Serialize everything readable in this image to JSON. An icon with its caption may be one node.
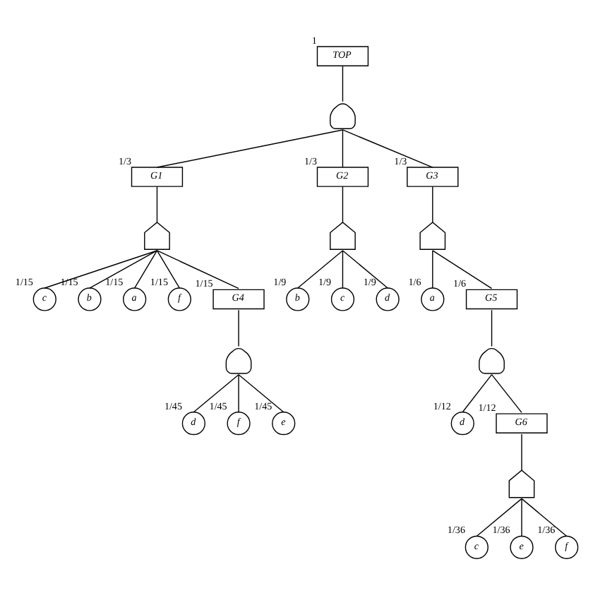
{
  "diagram": {
    "nodes": [
      {
        "text": [
          "TOP"
        ],
        "beside": [
          "1"
        ]
      },
      {
        "text": [],
        "shape": "and-gate"
      },
      {
        "text": [
          "G1"
        ],
        "beside": [
          "1/3"
        ]
      },
      {
        "text": [
          "G2"
        ],
        "beside": [
          "1/3"
        ]
      },
      {
        "text": [
          "G3"
        ],
        "beside": [
          "1/3"
        ]
      },
      {
        "text": [],
        "shape": "or-gate"
      },
      {
        "text": [],
        "shape": "or-gate"
      },
      {
        "text": [],
        "shape": "or-gate"
      },
      {
        "text": [
          "c"
        ],
        "beside": [
          "1/15"
        ]
      },
      {
        "text": [
          "b"
        ],
        "beside": [
          "1/15"
        ]
      },
      {
        "text": [
          "a"
        ],
        "beside": [
          "1/15"
        ]
      },
      {
        "text": [
          "f"
        ],
        "beside": [
          "1/15"
        ]
      },
      {
        "text": [
          "G4"
        ],
        "beside": [
          "1/15"
        ]
      },
      {
        "text": [
          "b"
        ],
        "beside": [
          "1/9"
        ]
      },
      {
        "text": [
          "c"
        ],
        "beside": [
          "1/9"
        ]
      },
      {
        "text": [
          "d"
        ],
        "beside": [
          "1/9"
        ]
      },
      {
        "text": [
          "a"
        ],
        "beside": [
          "1/6"
        ]
      },
      {
        "text": [
          "G5"
        ],
        "beside": [
          "1/6"
        ]
      },
      {
        "text": [],
        "shape": "and-gate"
      },
      {
        "text": [],
        "shape": "and-gate"
      },
      {
        "text": [
          "d"
        ],
        "beside": [
          "1/45"
        ]
      },
      {
        "text": [
          "f"
        ],
        "beside": [
          "1/45"
        ]
      },
      {
        "text": [
          "e"
        ],
        "beside": [
          "1/45"
        ]
      },
      {
        "text": [
          "d"
        ],
        "beside": [
          "1/12"
        ]
      },
      {
        "text": [
          "G6"
        ],
        "beside": [
          "1/12"
        ]
      },
      {
        "text": [],
        "shape": "or-gate"
      },
      {
        "text": [
          "c"
        ],
        "beside": [
          "1/36"
        ]
      },
      {
        "text": [
          "e"
        ],
        "beside": [
          "1/36"
        ]
      },
      {
        "text": [
          "f"
        ],
        "beside": [
          "1/36"
        ]
      }
    ],
    "edges": [
      {
        "from": 0,
        "to": 1,
        "arrow": "none"
      },
      {
        "from": 1,
        "to": 2,
        "arrow": "none"
      },
      {
        "from": 1,
        "to": 3,
        "arrow": "none"
      },
      {
        "from": 1,
        "to": 4,
        "arrow": "none"
      },
      {
        "from": 2,
        "to": 5,
        "arrow": "none"
      },
      {
        "from": 3,
        "to": 6,
        "arrow": "none"
      },
      {
        "from": 4,
        "to": 7,
        "arrow": "none"
      },
      {
        "from": 5,
        "to": 8,
        "arrow": "none"
      },
      {
        "from": 5,
        "to": 9,
        "arrow": "none"
      },
      {
        "from": 5,
        "to": 10,
        "arrow": "none"
      },
      {
        "from": 5,
        "to": 11,
        "arrow": "none"
      },
      {
        "from": 5,
        "to": 12,
        "arrow": "none"
      },
      {
        "from": 6,
        "to": 13,
        "arrow": "none"
      },
      {
        "from": 6,
        "to": 14,
        "arrow": "none"
      },
      {
        "from": 6,
        "to": 15,
        "arrow": "none"
      },
      {
        "from": 7,
        "to": 16,
        "arrow": "none"
      },
      {
        "from": 7,
        "to": 17,
        "arrow": "none"
      },
      {
        "from": 12,
        "to": 18,
        "arrow": "none"
      },
      {
        "from": 17,
        "to": 19,
        "arrow": "none"
      },
      {
        "from": 18,
        "to": 20,
        "arrow": "none"
      },
      {
        "from": 18,
        "to": 21,
        "arrow": "none"
      },
      {
        "from": 18,
        "to": 22,
        "arrow": "none"
      },
      {
        "from": 19,
        "to": 23,
        "arrow": "none"
      },
      {
        "from": 19,
        "to": 24,
        "arrow": "none"
      },
      {
        "from": 24,
        "to": 25,
        "arrow": "none"
      },
      {
        "from": 25,
        "to": 26,
        "arrow": "none"
      },
      {
        "from": 25,
        "to": 27,
        "arrow": "none"
      },
      {
        "from": 25,
        "to": 28,
        "arrow": "none"
      }
    ]
  }
}
